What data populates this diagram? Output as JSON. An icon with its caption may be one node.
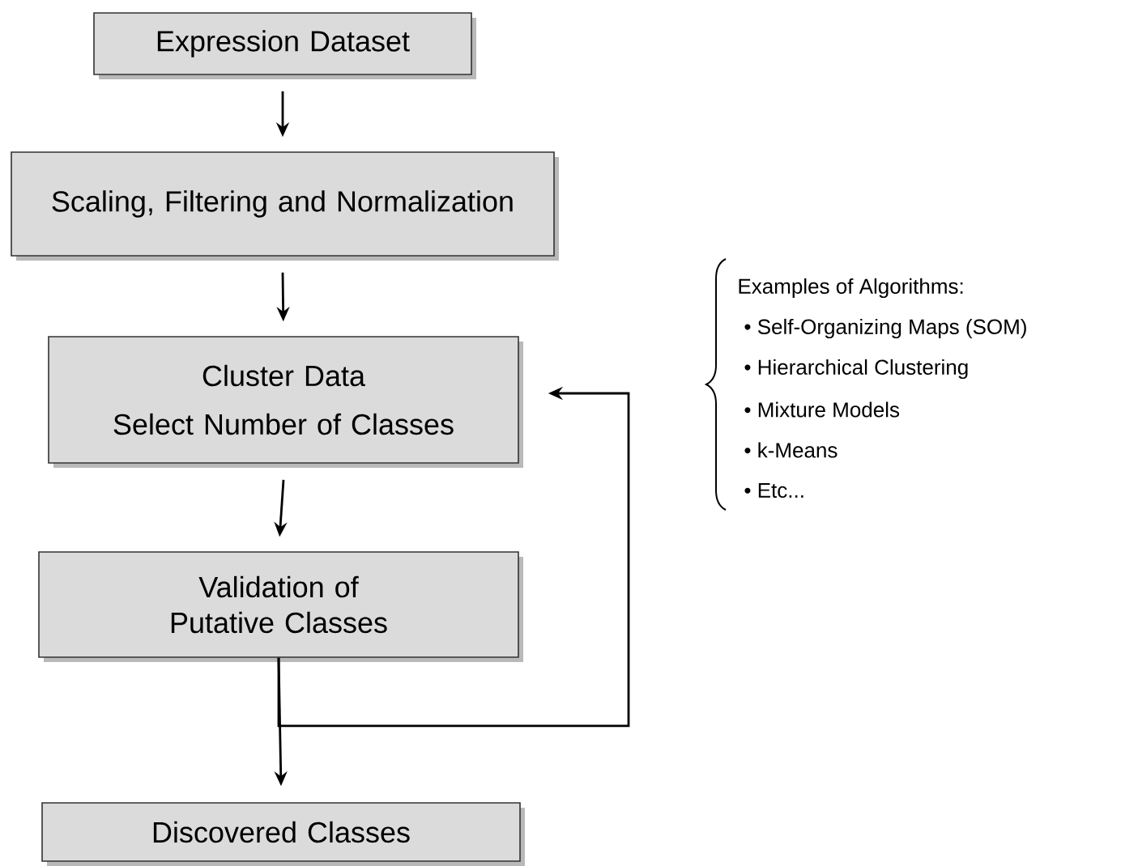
{
  "diagram": {
    "nodes": [
      {
        "text": [
          "Expression Dataset"
        ]
      },
      {
        "text": [
          "Scaling, Filtering and Normalization"
        ]
      },
      {
        "text": [
          "Cluster Data",
          "Select Number of Classes"
        ]
      },
      {
        "text": [
          "Validation of Putative Classes"
        ]
      },
      {
        "text": [
          "Discovered Classes"
        ]
      }
    ],
    "edges": [
      {
        "from": 0,
        "to": 1,
        "arrow": "to"
      },
      {
        "from": 1,
        "to": 2,
        "arrow": "to"
      },
      {
        "from": 2,
        "to": 3,
        "arrow": "to"
      },
      {
        "from": 3,
        "to": 4,
        "arrow": "to"
      },
      {
        "from": 3,
        "to": 2,
        "arrow": "to"
      }
    ],
    "labels": [
      "Examples of Algorithms:",
      "• Self-Organizing Maps (SOM)",
      "• Hierarchical Clustering",
      "• Mixture Models",
      "• k-Means",
      "• Etc..."
    ]
  }
}
